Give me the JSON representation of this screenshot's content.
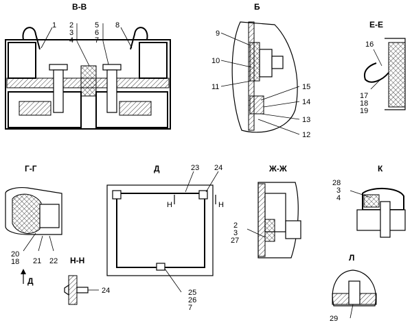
{
  "views": {
    "vv": {
      "title": "В-В",
      "labels": [
        "1",
        "2",
        "3",
        "4",
        "5",
        "6",
        "7",
        "8"
      ]
    },
    "b": {
      "title": "Б",
      "labels": [
        "9",
        "10",
        "11",
        "15",
        "14",
        "13",
        "12"
      ]
    },
    "ee": {
      "title": "Е-Е",
      "labels": [
        "16",
        "17",
        "18",
        "19"
      ]
    },
    "gg": {
      "title": "Г-Г",
      "labels": [
        "20",
        "18",
        "21",
        "22"
      ],
      "arrow": "Д"
    },
    "nn": {
      "title": "Н-Н",
      "labels": [
        "24"
      ]
    },
    "d": {
      "title": "Д",
      "labels": [
        "23",
        "24",
        "25",
        "26",
        "7"
      ],
      "section_marks": [
        "Н",
        "Н"
      ]
    },
    "zhzh": {
      "title": "Ж-Ж",
      "labels": [
        "2",
        "3",
        "27"
      ]
    },
    "k": {
      "title": "К",
      "labels": [
        "28",
        "3",
        "4"
      ]
    },
    "l": {
      "title": "Л",
      "labels": [
        "29"
      ]
    }
  }
}
